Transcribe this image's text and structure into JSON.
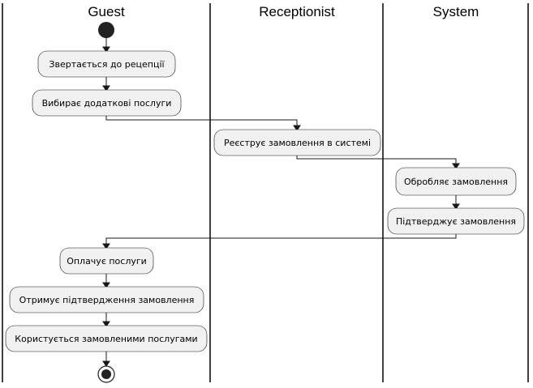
{
  "lanes": {
    "guest": "Guest",
    "receptionist": "Receptionist",
    "system": "System"
  },
  "actions": {
    "a1": "Звертається до рецепції",
    "a2": "Вибирає додаткові послуги",
    "a3": "Реєструє замовлення в системі",
    "a4": "Обробляє замовлення",
    "a5": "Підтверджує замовлення",
    "a6": "Оплачує послуги",
    "a7": "Отримує підтвердження замовлення",
    "a8": "Користується замовленими послугами"
  },
  "colors": {
    "box_fill": "#f1f1f1",
    "stroke": "#181818"
  }
}
